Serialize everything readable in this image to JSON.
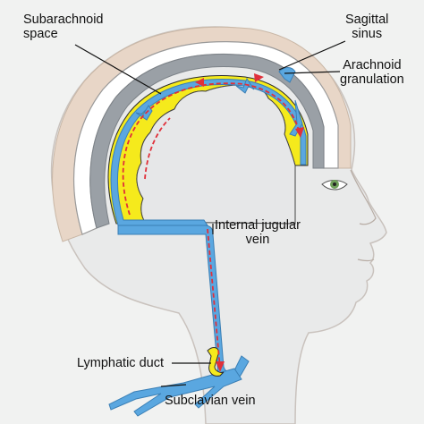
{
  "labels": {
    "subarachnoid_space": {
      "line1": "Subarachnoid",
      "line2": "space"
    },
    "sagittal_sinus": {
      "line1": "Sagittal",
      "line2": "sinus"
    },
    "arachnoid_granulation": {
      "line1": "Arachnoid",
      "line2": "granulation"
    },
    "internal_jugular_vein": {
      "line1": "Internal jugular",
      "line2": "vein"
    },
    "lymphatic_duct": "Lymphatic duct",
    "subclavian_vein": "Subclavian vein"
  },
  "colors": {
    "background": "#f1f2f1",
    "skin_outline": "#c9c2bd",
    "scalp": "#e8d6c7",
    "skull": "#ffffff",
    "dura": "#9aa0a6",
    "vein": "#5aa7e0",
    "csf": "#f5ea1c",
    "flow_arrow": "#e0303a",
    "eye_iris": "#6fa05a"
  }
}
